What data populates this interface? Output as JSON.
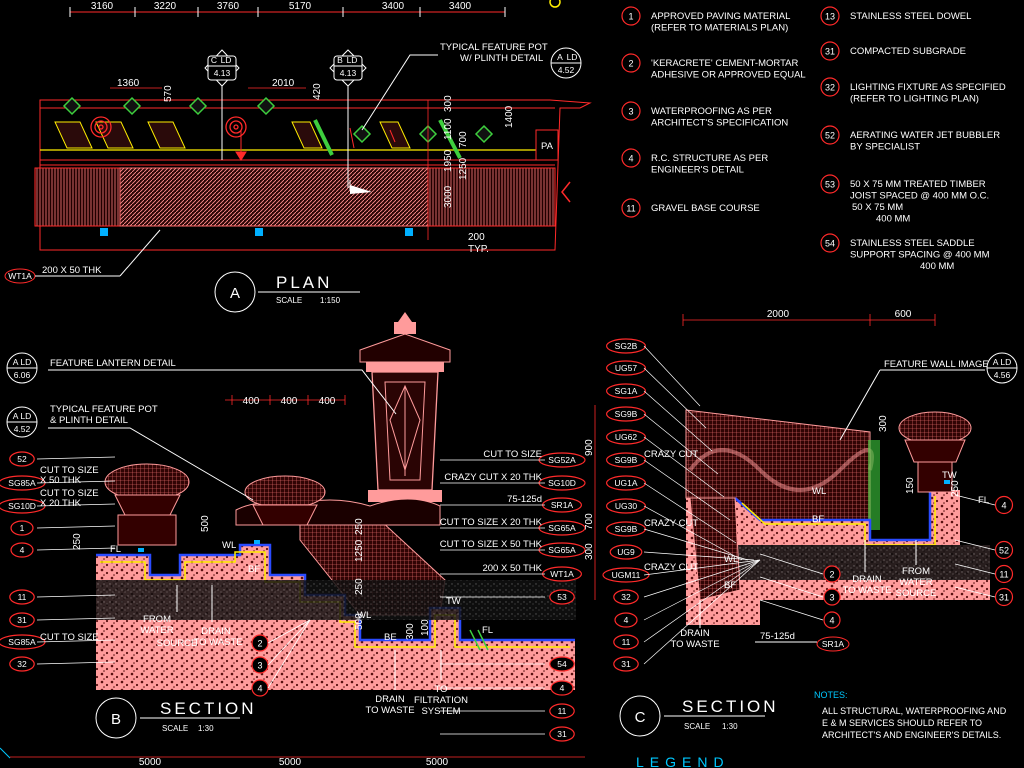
{
  "top_dimensions": [
    "3160",
    "3220",
    "3760",
    "5170",
    "3400",
    "3400"
  ],
  "legend_items": [
    {
      "num": "1",
      "text": [
        "APPROVED PAVING MATERIAL",
        "(REFER TO MATERIALS PLAN)"
      ]
    },
    {
      "num": "2",
      "text": [
        "'KERACRETE' CEMENT-MORTAR",
        "ADHESIVE OR APPROVED EQUAL"
      ]
    },
    {
      "num": "3",
      "text": [
        "WATERPROOFING AS PER",
        "ARCHITECT'S SPECIFICATION"
      ]
    },
    {
      "num": "4",
      "text": [
        "R.C. STRUCTURE AS PER",
        "ENGINEER'S DETAIL"
      ]
    },
    {
      "num": "11",
      "text": [
        "GRAVEL BASE COURSE"
      ]
    },
    {
      "num": "13",
      "text": [
        "STAINLESS STEEL DOWEL"
      ]
    },
    {
      "num": "31",
      "text": [
        "COMPACTED SUBGRADE"
      ]
    },
    {
      "num": "32",
      "text": [
        "LIGHTING FIXTURE AS SPECIFIED",
        "(REFER TO LIGHTING PLAN)"
      ]
    },
    {
      "num": "52",
      "text": [
        "AERATING WATER JET BUBBLER",
        "BY SPECIALIST"
      ]
    },
    {
      "num": "53",
      "text": [
        "50 X 75 MM TREATED TIMBER",
        "JOIST SPACED @ 400 MM O.C.",
        "50 X 75 MM",
        "400 MM"
      ]
    },
    {
      "num": "54",
      "text": [
        "STAINLESS STEEL SADDLE",
        "SUPPORT SPACING @ 400 MM",
        "400 MM"
      ]
    }
  ],
  "plan": {
    "title": "PLAN",
    "scale_label": "SCALE",
    "scale_value": "1:150",
    "bubble": "A",
    "pot_note": [
      "TYPICAL FEATURE POT",
      "W/ PLINTH DETAIL"
    ],
    "thk_note": "200 X 50 THK",
    "thk_tag": "WT1A",
    "pa_label": "PA",
    "typ_dim": "200",
    "typ_label": "TYP.",
    "markers": [
      {
        "letter": "C",
        "ref": "4.13"
      },
      {
        "letter": "B",
        "ref": "4.13"
      },
      {
        "letter": "A",
        "ref": "4.52"
      }
    ],
    "dims": [
      "1360",
      "570",
      "2010",
      "420",
      "300",
      "1100",
      "1400",
      "700",
      "1950",
      "1250",
      "3000"
    ]
  },
  "section_b": {
    "title": "SECTION",
    "bubble": "B",
    "scale_label": "SCALE",
    "scale_value": "1:30",
    "lantern_note": "FEATURE LANTERN DETAIL",
    "lantern_ref": "6.06",
    "pot_note": [
      "TYPICAL FEATURE POT",
      "& PLINTH DETAIL"
    ],
    "pot_ref": "4.52",
    "top_dims": [
      "400",
      "400",
      "400"
    ],
    "left_tags": [
      {
        "tag": "52"
      },
      {
        "tag": "SG85A",
        "note": [
          "CUT TO SIZE",
          "X 50 THK"
        ]
      },
      {
        "tag": "SG10D",
        "note": [
          "CUT TO SIZE",
          "X 20 THK"
        ]
      },
      {
        "tag": "1"
      },
      {
        "tag": "4"
      },
      {
        "tag": "11"
      },
      {
        "tag": "31"
      },
      {
        "tag": "SG85A",
        "note": [
          "CUT TO SIZE"
        ]
      },
      {
        "tag": "32"
      }
    ],
    "right_tags": [
      {
        "tag": "SG52A",
        "note": "CUT TO SIZE"
      },
      {
        "tag": "SG10D",
        "note": "CRAZY CUT X 20 THK"
      },
      {
        "tag": "SR1A",
        "note": "75-125d"
      },
      {
        "tag": "SG65A",
        "note": "CUT TO SIZE X 20 THK"
      },
      {
        "tag": "SG65A",
        "note": "CUT TO SIZE X 50 THK"
      },
      {
        "tag": "WT1A",
        "note": "200 X 50 THK"
      },
      {
        "tag": "53"
      },
      {
        "tag": "54"
      },
      {
        "tag": "4"
      },
      {
        "tag": "11"
      },
      {
        "tag": "31"
      }
    ],
    "bottom_tags": [
      "2",
      "3",
      "4"
    ],
    "labels": {
      "from_water": [
        "FROM",
        "WATER",
        "SOURCE"
      ],
      "drain": [
        "DRAIN",
        "TO WASTE"
      ],
      "drain2": [
        "DRAIN",
        "TO WASTE"
      ],
      "filtration": [
        "TO",
        "FILTRATION",
        "SYSTEM"
      ],
      "wl": "WL",
      "bf": "BF",
      "tw": "TW",
      "fl": "FL",
      "be": "BE"
    },
    "dims": [
      "250",
      "500",
      "250",
      "1250",
      "250",
      "500",
      "300",
      "100"
    ],
    "bottom_dims": [
      "5000",
      "5000"
    ]
  },
  "section_c": {
    "title": "SECTION",
    "bubble": "C",
    "scale_label": "SCALE",
    "scale_value": "1:30",
    "top_dims": [
      "2000",
      "600"
    ],
    "wall_note": "FEATURE WALL IMAGE",
    "wall_ref": "4.56",
    "left_tags": [
      "SG2B",
      "UG57",
      "SG1A",
      "SG9B",
      "UG62",
      "SG9B",
      "UG1A",
      "UG30",
      "SG9B",
      "UG9",
      "UGM11",
      "32",
      "4",
      "11",
      "31"
    ],
    "crazy_cut": "CRAZY CUT",
    "side_dims": [
      "900",
      "700",
      "300"
    ],
    "right_tags": [
      "4",
      "52",
      "11",
      "31"
    ],
    "mid_tags": [
      "2",
      "3",
      "4"
    ],
    "sr_tag": "SR1A",
    "sr_note": "75-125d",
    "labels": {
      "drain_waste": [
        "DRAIN",
        "TO WASTE"
      ],
      "drain_waste2": [
        "DRAIN",
        "TO WASTE"
      ],
      "from_water": [
        "FROM",
        "WATER",
        "SOURCE"
      ],
      "tw": "TW",
      "fl": "FL",
      "wl": "WL",
      "bf": "BF"
    },
    "dims": [
      "300",
      "150",
      "250"
    ]
  },
  "notes": {
    "heading": "NOTES:",
    "lines": [
      "ALL STRUCTURAL, WATERPROOFING AND",
      "E & M SERVICES SHOULD REFER TO",
      "ARCHITECT'S AND ENGINEER'S DETAILS."
    ]
  },
  "legend_title": "LEGEND",
  "colors": {
    "background": "#000000",
    "linework": "#ff2a2a",
    "hatch": "#ff9a9a",
    "accent_yellow": "#ffee00",
    "accent_green": "#3ecf3e",
    "accent_blue": "#2a4bff",
    "notes_cyan": "#00c8ff"
  }
}
